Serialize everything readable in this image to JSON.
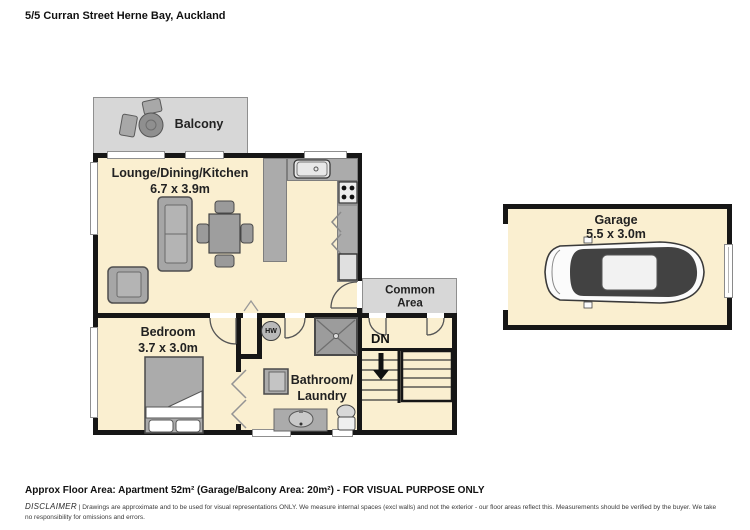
{
  "title": "5/5 Curran Street Herne Bay, Auckland",
  "rooms": {
    "balcony": {
      "label": "Balcony"
    },
    "lounge": {
      "label": "Lounge/Dining/Kitchen",
      "dims": "6.7 x 3.9m"
    },
    "bedroom": {
      "label": "Bedroom",
      "dims": "3.7 x 3.0m"
    },
    "bathroom": {
      "line1": "Bathroom/",
      "line2": "Laundry"
    },
    "common_area": {
      "line1": "Common",
      "line2": "Area"
    },
    "garage": {
      "label": "Garage",
      "dims": "5.5 x 3.0m"
    },
    "stairs": {
      "label": "DN"
    },
    "hot_water": {
      "label": "HW"
    }
  },
  "footer": {
    "area_summary": "Approx Floor Area: Apartment 52m² (Garage/Balcony Area: 20m²) - FOR VISUAL PURPOSE ONLY",
    "disclaimer_label": "DISCLAIMER",
    "disclaimer_text": "| Drawings are approximate and to be used for visual representations ONLY. We measure internal spaces (excl walls) and not the exterior - our floor areas reflect this. Measurements should be verified by the buyer. We take no responsibility for omissions and errors."
  },
  "colors": {
    "floor_fill": "#FAEFD0",
    "zone_gray": "#D7D7D7",
    "wall": "#161616",
    "furniture_gray": "#ABABAB"
  }
}
